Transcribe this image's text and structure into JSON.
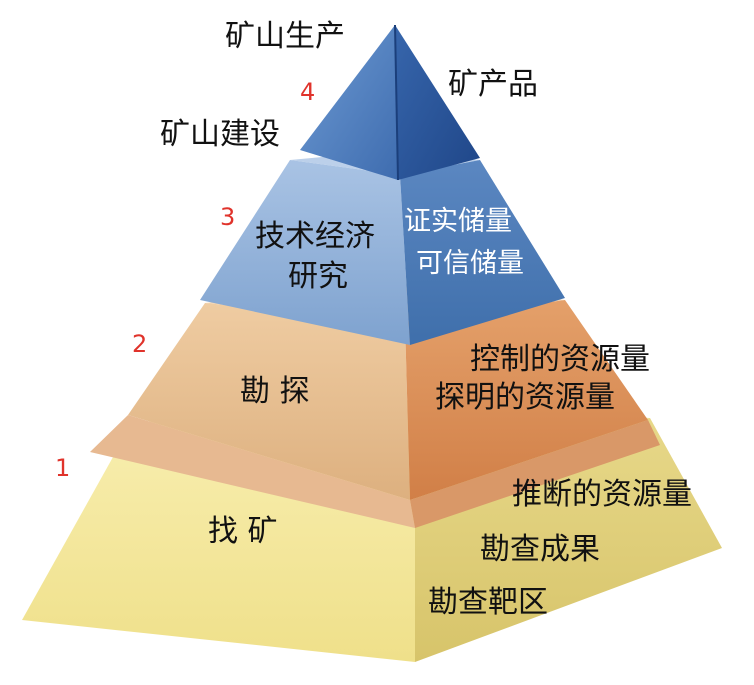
{
  "colors": {
    "tier1_left": "#f3e79a",
    "tier1_right": "#e0cf79",
    "tier2_left": "#e7bd8e",
    "tier2_right": "#d98e59",
    "tier3_left": "#8fb0d8",
    "tier3_right": "#4a79b4",
    "tier4_left": "#4f7dbb",
    "tier4_right": "#2a5499",
    "numbers": "#e0332b"
  },
  "tiers": [
    {
      "number": "1",
      "left_label": "找 矿",
      "right_labels": [
        "推断的资源量",
        "勘查成果",
        "勘查靶区"
      ]
    },
    {
      "number": "2",
      "left_label": "勘 探",
      "right_labels": [
        "控制的资源量",
        "探明的资源量"
      ]
    },
    {
      "number": "3",
      "left_label_lines": [
        "技术经济",
        "研究"
      ],
      "right_labels": [
        "证实储量",
        "可信储量"
      ]
    },
    {
      "number": "4",
      "left_label": "矿山建设",
      "right_label": "矿产品",
      "top_label": "矿山生产"
    }
  ]
}
